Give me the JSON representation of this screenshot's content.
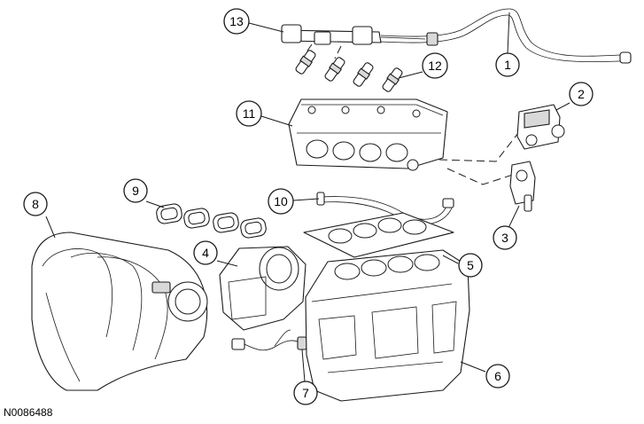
{
  "figure": {
    "reference_code": "N0086488",
    "callouts": [
      {
        "id": "c1",
        "label": "1"
      },
      {
        "id": "c2",
        "label": "2"
      },
      {
        "id": "c3",
        "label": "3"
      },
      {
        "id": "c4",
        "label": "4"
      },
      {
        "id": "c5",
        "label": "5"
      },
      {
        "id": "c6",
        "label": "6"
      },
      {
        "id": "c7",
        "label": "7"
      },
      {
        "id": "c8",
        "label": "8"
      },
      {
        "id": "c9",
        "label": "9"
      },
      {
        "id": "c10",
        "label": "10"
      },
      {
        "id": "c11",
        "label": "11"
      },
      {
        "id": "c12",
        "label": "12"
      },
      {
        "id": "c13",
        "label": "13"
      }
    ]
  }
}
